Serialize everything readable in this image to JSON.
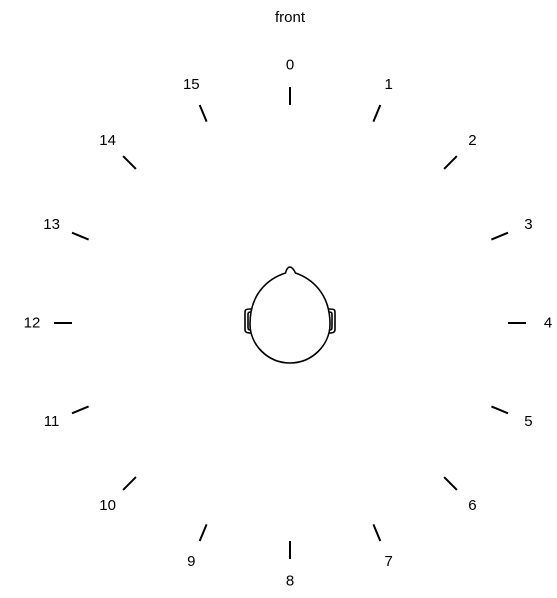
{
  "front_label": "front",
  "positions": [
    {
      "label": "0"
    },
    {
      "label": "1"
    },
    {
      "label": "2"
    },
    {
      "label": "3"
    },
    {
      "label": "4"
    },
    {
      "label": "5"
    },
    {
      "label": "6"
    },
    {
      "label": "7"
    },
    {
      "label": "8"
    },
    {
      "label": "9"
    },
    {
      "label": "10"
    },
    {
      "label": "11"
    },
    {
      "label": "12"
    },
    {
      "label": "13"
    },
    {
      "label": "14"
    },
    {
      "label": "15"
    }
  ],
  "icons": {
    "head": "head-top-view-icon"
  },
  "colors": {
    "ink": "#000000",
    "background": "#ffffff"
  }
}
